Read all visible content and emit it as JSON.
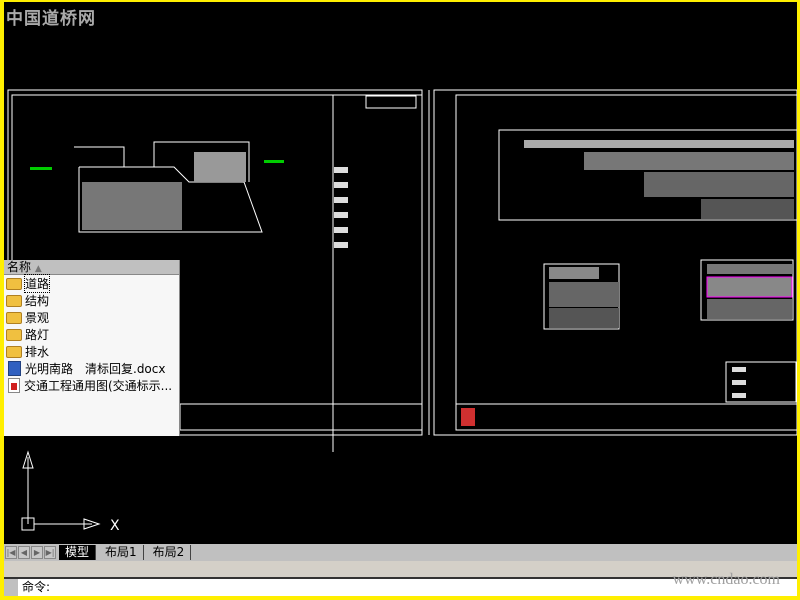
{
  "watermark": "中国道桥网",
  "file_panel": {
    "header": "名称",
    "items": [
      {
        "name": "道路",
        "type": "folder"
      },
      {
        "name": "结构",
        "type": "folder"
      },
      {
        "name": "景观",
        "type": "folder"
      },
      {
        "name": "路灯",
        "type": "folder"
      },
      {
        "name": "排水",
        "type": "folder"
      },
      {
        "name": "光明南路　清标回复.docx",
        "type": "docx"
      },
      {
        "name": "交通工程通用图(交通标示...",
        "type": "pdf"
      }
    ]
  },
  "ucs": {
    "x_label": "X"
  },
  "tabs": {
    "model": "模型",
    "layout1": "布局1",
    "layout2": "布局2"
  },
  "command": {
    "prompt": "命令:"
  },
  "site_watermark": "www.cndao.com"
}
